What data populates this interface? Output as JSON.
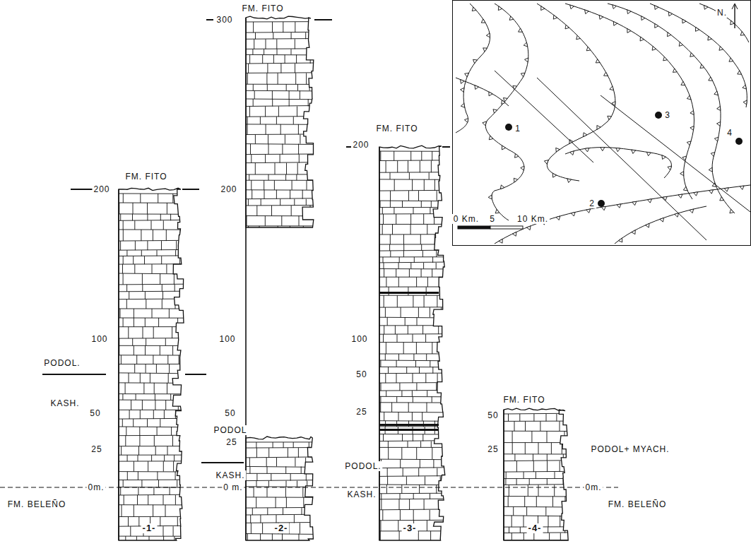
{
  "diagram": {
    "labels": [
      "FM. FITO",
      "200",
      "100",
      "PODOL.",
      "KASH.",
      "50",
      "25",
      "0m.",
      "FM. BELEÑO",
      "-1-",
      "FM. FITO",
      "300",
      "200",
      "100",
      "50",
      "PODOL",
      "25",
      "KASH.",
      "0 m.",
      "-2-",
      "FM. FITO",
      "200",
      "100",
      "50",
      "25",
      "PODOL.",
      "KASH.",
      "-3-",
      "FM. FITO",
      "50",
      "25",
      "PODOL+ MYACH.",
      "0m.",
      "FM. BELEÑO",
      "-4-",
      "N.",
      "1",
      "2",
      "3",
      "4",
      "0 Km.",
      "5",
      "10 Km."
    ]
  }
}
